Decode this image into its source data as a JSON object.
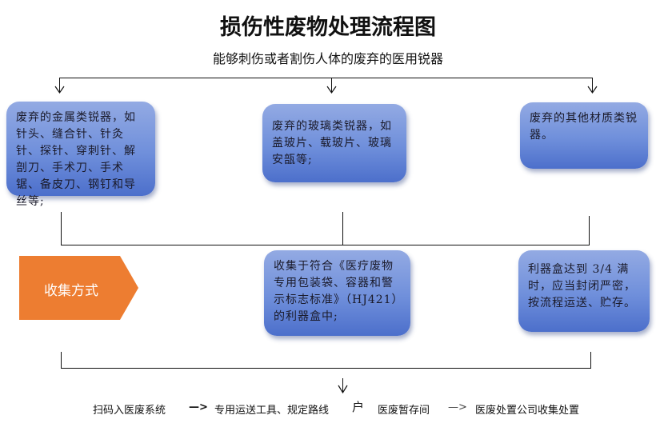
{
  "title": "损伤性废物处理流程图",
  "subtitle": "能够刺伤或者割伤人体的废弃的医用锐器",
  "categories": [
    {
      "text": "废弃的金属类锐器，如针头、缝合针、针灸针、探针、穿刺针、解剖刀、手术刀、手术锯、备皮刀、钢钉和导丝等;"
    },
    {
      "text": "废弃的玻璃类锐器，如盖玻片、载玻片、玻璃安瓿等;"
    },
    {
      "text": "废弃的其他材质类锐器。"
    }
  ],
  "collection": {
    "label": "收集方式",
    "label_color": "#ed7d31",
    "method": "收集于符合《医疗废物专用包装袋、容器和警示标志标准》（HJ421）的利器盒中;",
    "note": "利器盒达到 3/4 满时，应当封闭严密，按流程运送、贮存。"
  },
  "process": {
    "steps": [
      "扫码入医废系统",
      "专用运送工具、规定路线",
      "医废暂存间",
      "医废处置公司收集处置"
    ],
    "arrows": [
      "—>",
      "户",
      "—>"
    ]
  }
}
